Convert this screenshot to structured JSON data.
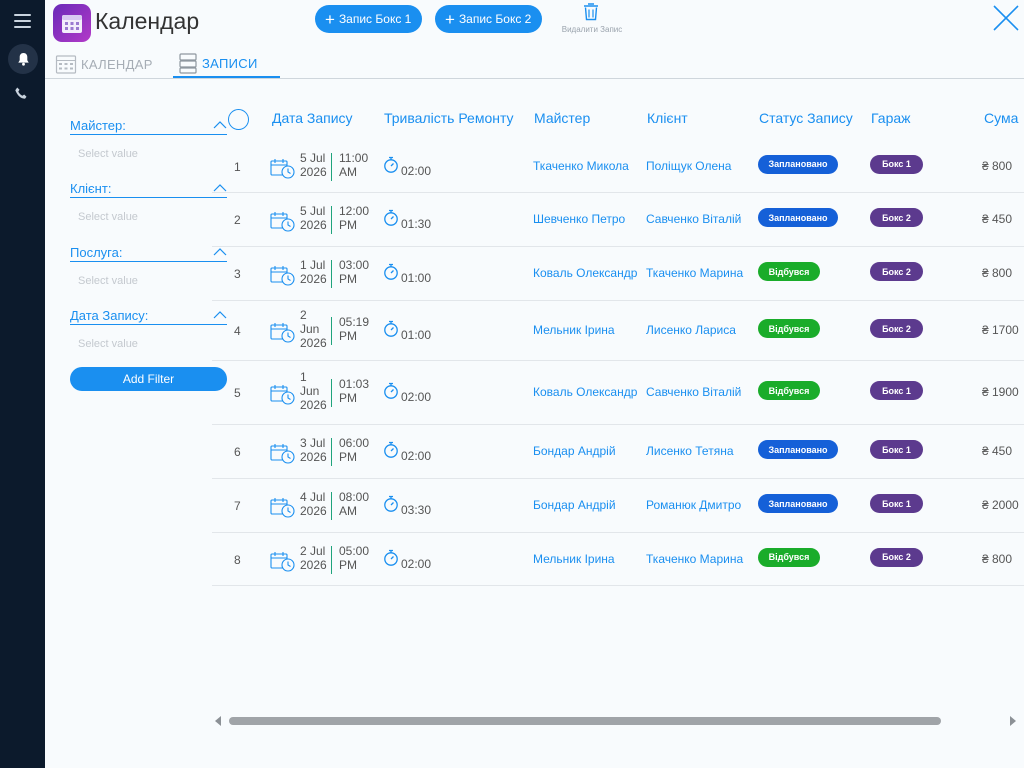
{
  "app": {
    "title": "Календар"
  },
  "toolbar": {
    "add_box1_label": "Запис Бокс 1",
    "add_box2_label": "Запис Бокс 2",
    "delete_label": "Видалити Запис"
  },
  "tabs": [
    {
      "label": "КАЛЕНДАР",
      "active": false
    },
    {
      "label": "ЗАПИСИ",
      "active": true
    }
  ],
  "filters": [
    {
      "label": "Майстер:",
      "placeholder": "Select value"
    },
    {
      "label": "Клієнт:",
      "placeholder": "Select value"
    },
    {
      "label": "Послуга:",
      "placeholder": "Select value"
    },
    {
      "label": "Дата Запису:",
      "placeholder": "Select value"
    }
  ],
  "add_filter_label": "Add Filter",
  "table": {
    "columns": [
      "Дата Запису",
      "Тривалість Ремонту",
      "Майстер",
      "Клієнт",
      "Статус Запису",
      "Гараж",
      "Сума"
    ],
    "rows": [
      {
        "num": "1",
        "date": "5 Jul 2026",
        "time": "11:00 AM",
        "duration": "02:00",
        "master": "Ткаченко Микола",
        "client": "Поліщук Олена",
        "status": "Заплановано",
        "garage": "Бокс 1",
        "sum": "₴ 800"
      },
      {
        "num": "2",
        "date": "5 Jul 2026",
        "time": "12:00 PM",
        "duration": "01:30",
        "master": "Шевченко Петро",
        "client": "Савченко Віталій",
        "status": "Заплановано",
        "garage": "Бокс 2",
        "sum": "₴ 450"
      },
      {
        "num": "3",
        "date": "1 Jul 2026",
        "time": "03:00 PM",
        "duration": "01:00",
        "master": "Коваль Олександр",
        "client": "Ткаченко Марина",
        "status": "Відбувся",
        "garage": "Бокс 2",
        "sum": "₴ 800"
      },
      {
        "num": "4",
        "date": "2 Jun 2026",
        "time": "05:19 PM",
        "duration": "01:00",
        "master": "Мельник Ірина",
        "client": "Лисенко Лариса",
        "status": "Відбувся",
        "garage": "Бокс 2",
        "sum": "₴ 1700"
      },
      {
        "num": "5",
        "date": "1 Jun 2026",
        "time": "01:03 PM",
        "duration": "02:00",
        "master": "Коваль Олександр",
        "client": "Савченко Віталій",
        "status": "Відбувся",
        "garage": "Бокс 1",
        "sum": "₴ 1900"
      },
      {
        "num": "6",
        "date": "3 Jul 2026",
        "time": "06:00 PM",
        "duration": "02:00",
        "master": "Бондар Андрій",
        "client": "Лисенко Тетяна",
        "status": "Заплановано",
        "garage": "Бокс 1",
        "sum": "₴ 450"
      },
      {
        "num": "7",
        "date": "4 Jul 2026",
        "time": "08:00 AM",
        "duration": "03:30",
        "master": "Бондар Андрій",
        "client": "Романюк Дмитро",
        "status": "Заплановано",
        "garage": "Бокс 1",
        "sum": "₴ 2000"
      },
      {
        "num": "8",
        "date": "2 Jul 2026",
        "time": "05:00 PM",
        "duration": "02:00",
        "master": "Мельник Ірина",
        "client": "Ткаченко Марина",
        "status": "Відбувся",
        "garage": "Бокс 2",
        "sum": "₴ 800"
      }
    ]
  },
  "colors": {
    "accent": "#1a8ff0",
    "sidebar": "#0c1a2c",
    "status_planned": "#1560d8",
    "status_done": "#1aac2a",
    "garage": "#5c3a8e",
    "divider": "#1fa37c"
  },
  "icons": [
    "menu-icon",
    "bell-icon",
    "phone-icon",
    "calendar-app-icon",
    "trash-icon",
    "close-icon",
    "calendar-clock-icon",
    "stopwatch-icon"
  ]
}
